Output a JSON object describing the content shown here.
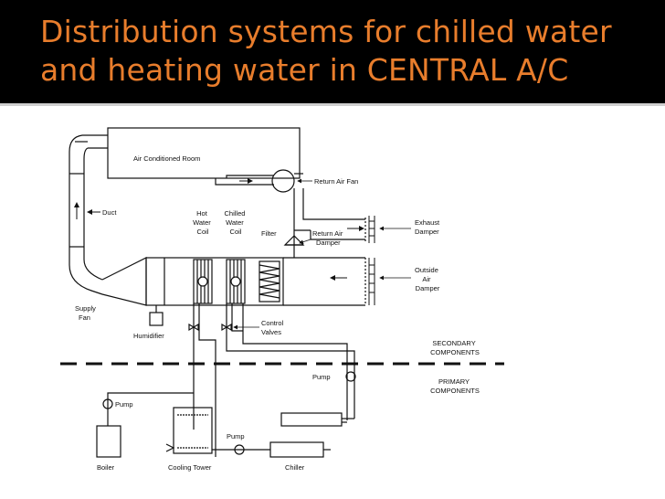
{
  "slide": {
    "title_line1": "Distribution systems for chilled water",
    "title_line2": "and heating water in CENTRAL A/C",
    "colors": {
      "background": "#000000",
      "title": "#e87d2c",
      "diagram_ink": "#111111"
    }
  },
  "diagram": {
    "labels": {
      "air_conditioned_room": "Air Conditioned Room",
      "return_air_fan": "Return Air Fan",
      "duct": "Duct",
      "hot_water_coil": [
        "Hot",
        "Water",
        "Coil"
      ],
      "chilled_water_coil": [
        "Chilled",
        "Water",
        "Coil"
      ],
      "filter": "Filter",
      "return_air_damper": [
        "Return Air",
        "Damper"
      ],
      "exhaust_damper": [
        "Exhaust",
        "Damper"
      ],
      "outside_air_damper": [
        "Outside",
        "Air",
        "Damper"
      ],
      "supply_fan": [
        "Supply",
        "Fan"
      ],
      "humidifier": "Humidifier",
      "control_valves": [
        "Control",
        "Valves"
      ],
      "secondary_components": [
        "SECONDARY",
        "COMPONENTS"
      ],
      "primary_components": [
        "PRIMARY",
        "COMPONENTS"
      ],
      "pump_secondary": "Pump",
      "pump_boiler": "Pump",
      "pump_tower": "Pump",
      "boiler": "Boiler",
      "cooling_tower": "Cooling Tower",
      "chiller": "Chiller"
    }
  }
}
